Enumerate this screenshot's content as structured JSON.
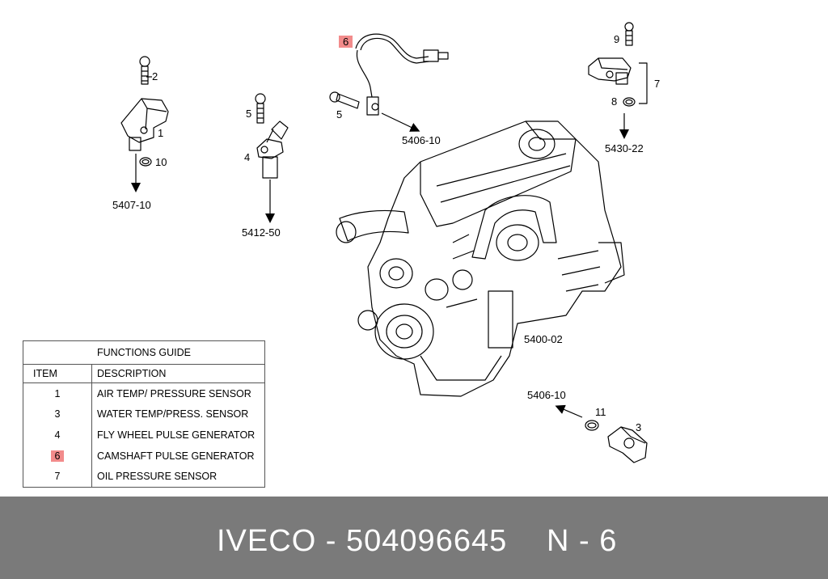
{
  "callouts": {
    "c1": "1",
    "c2": "2",
    "c3": "3",
    "c4": "4",
    "c5a": "5",
    "c5b": "5",
    "c6": "6",
    "c7": "7",
    "c8": "8",
    "c9": "9",
    "c10": "10",
    "c11": "11"
  },
  "refs": {
    "r540710": "5407-10",
    "r541250": "5412-50",
    "r540610a": "5406-10",
    "r543022": "5430-22",
    "r540002": "5400-02",
    "r540610b": "5406-10"
  },
  "guide": {
    "title": "FUNCTIONS GUIDE",
    "col_item": "ITEM",
    "col_desc": "DESCRIPTION",
    "rows": [
      {
        "item": "1",
        "desc": "AIR TEMP/ PRESSURE SENSOR"
      },
      {
        "item": "3",
        "desc": "WATER TEMP/PRESS. SENSOR"
      },
      {
        "item": "4",
        "desc": "FLY WHEEL PULSE GENERATOR"
      },
      {
        "item": "6",
        "desc": "CAMSHAFT PULSE GENERATOR"
      },
      {
        "item": "7",
        "desc": "OIL PRESSURE SENSOR"
      }
    ]
  },
  "footer": {
    "brand": "IVECO - 504096645",
    "page": "N - 6"
  },
  "colors": {
    "highlight": "#f28b8b",
    "footer_bg": "#7a7a7a"
  }
}
